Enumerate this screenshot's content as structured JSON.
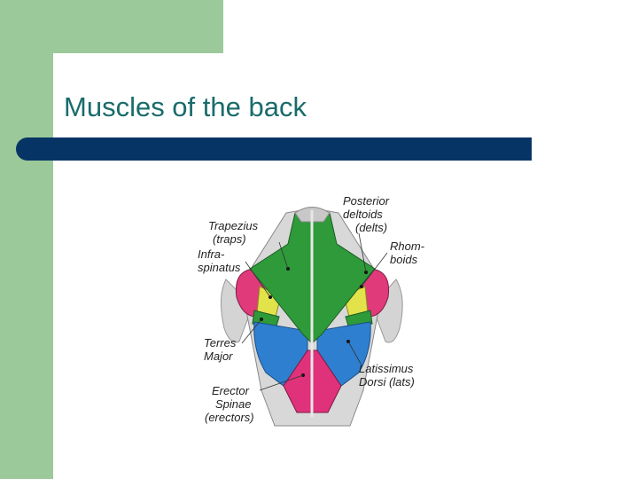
{
  "slide": {
    "title": "Muscles of the back"
  },
  "figure": {
    "labels": {
      "trapezius_1": "Trapezius",
      "trapezius_2": "(traps)",
      "infraspinatus_1": "Infra-",
      "infraspinatus_2": "spinatus",
      "teres_1": "Terres",
      "teres_2": "Major",
      "erector_1": "Erector",
      "erector_2": "Spinae",
      "erector_3": "(erectors)",
      "posterior_1": "Posterior",
      "posterior_2": "deltoids",
      "posterior_3": "(delts)",
      "rhomboids_1": "Rhom-",
      "rhomboids_2": "boids",
      "latissimus_1": "Latissimus",
      "latissimus_2": "Dorsi (lats)"
    },
    "colors": {
      "trapezius": "#2e9a3a",
      "deltoid": "#e03a7a",
      "rhomboid": "#e84b86",
      "infraspinatus": "#e2e24a",
      "latissimus": "#2f7fd0",
      "erector": "#e0327a",
      "skin": "#cfcfcf"
    }
  }
}
